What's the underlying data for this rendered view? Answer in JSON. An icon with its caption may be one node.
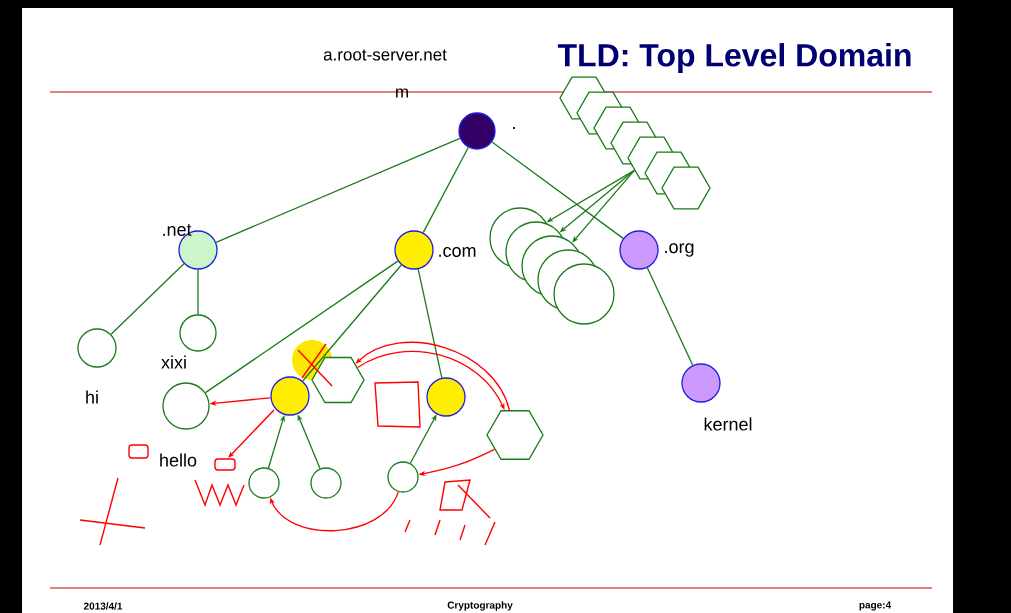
{
  "diagram": {
    "title": "TLD: Top Level Domain",
    "nodes": [
      {
        "text": [
          "."
        ]
      },
      {
        "text": [
          ".net"
        ]
      },
      {
        "text": [
          ".com"
        ]
      },
      {
        "text": [
          ".org"
        ]
      },
      {
        "text": [
          "hi"
        ]
      },
      {
        "text": [
          "xixi"
        ]
      },
      {
        "text": [
          "hello"
        ]
      },
      {
        "text": [],
        "shape": "circle"
      },
      {
        "text": [],
        "shape": "circle"
      },
      {
        "text": [
          "kernel"
        ]
      },
      {
        "text": [],
        "shape": "circle"
      },
      {
        "text": [],
        "shape": "circle"
      },
      {
        "text": [],
        "shape": "circle"
      },
      {
        "text": [],
        "shape": "hexagon"
      },
      {
        "text": [],
        "shape": "hexagon"
      },
      {
        "text": [],
        "shape": "hexagon"
      },
      {
        "text": [],
        "shape": "hexagon"
      },
      {
        "text": [],
        "shape": "hexagon"
      },
      {
        "text": [],
        "shape": "hexagon"
      },
      {
        "text": [],
        "shape": "hexagon"
      },
      {
        "text": [],
        "shape": "circle"
      },
      {
        "text": [],
        "shape": "circle"
      },
      {
        "text": [],
        "shape": "circle"
      },
      {
        "text": [],
        "shape": "circle"
      },
      {
        "text": [],
        "shape": "circle"
      },
      {
        "text": [],
        "shape": "hexagon"
      },
      {
        "text": [],
        "shape": "hexagon"
      }
    ],
    "edges": [
      {
        "from": 0,
        "to": 1,
        "arrow": "none"
      },
      {
        "from": 0,
        "to": 2,
        "arrow": "none"
      },
      {
        "from": 0,
        "to": 3,
        "arrow": "none"
      },
      {
        "from": 1,
        "to": 4,
        "arrow": "none"
      },
      {
        "from": 1,
        "to": 5,
        "arrow": "none"
      },
      {
        "from": 2,
        "to": 6,
        "arrow": "none"
      },
      {
        "from": 2,
        "to": 7,
        "arrow": "none"
      },
      {
        "from": 2,
        "to": 8,
        "arrow": "none"
      },
      {
        "from": 3,
        "to": 9,
        "arrow": "none"
      },
      {
        "from": 10,
        "to": 7,
        "arrow": "to"
      },
      {
        "from": 11,
        "to": 7,
        "arrow": "to"
      },
      {
        "from": 12,
        "to": 8,
        "arrow": "to"
      },
      {
        "from": 17,
        "to": 20,
        "arrow": "to"
      },
      {
        "from": 17,
        "to": 21,
        "arrow": "to"
      },
      {
        "from": 17,
        "to": 22,
        "arrow": "to"
      },
      {
        "from": 7,
        "to": 6,
        "arrow": "to",
        "color": "#ff0000"
      },
      {
        "from": 26,
        "to": 12,
        "arrow": "to",
        "color": "#ff0000"
      },
      {
        "from": 25,
        "to": 26,
        "arrow": "to",
        "color": "#ff0000"
      },
      {
        "from": 26,
        "to": 25,
        "arrow": "to",
        "color": "#ff0000"
      },
      {
        "from": 12,
        "to": 10,
        "arrow": "to",
        "color": "#ff0000"
      }
    ],
    "labels": [
      "a.root-server.net",
      "m",
      "2013/4/1",
      "Cryptography",
      "page:**4**"
    ]
  }
}
